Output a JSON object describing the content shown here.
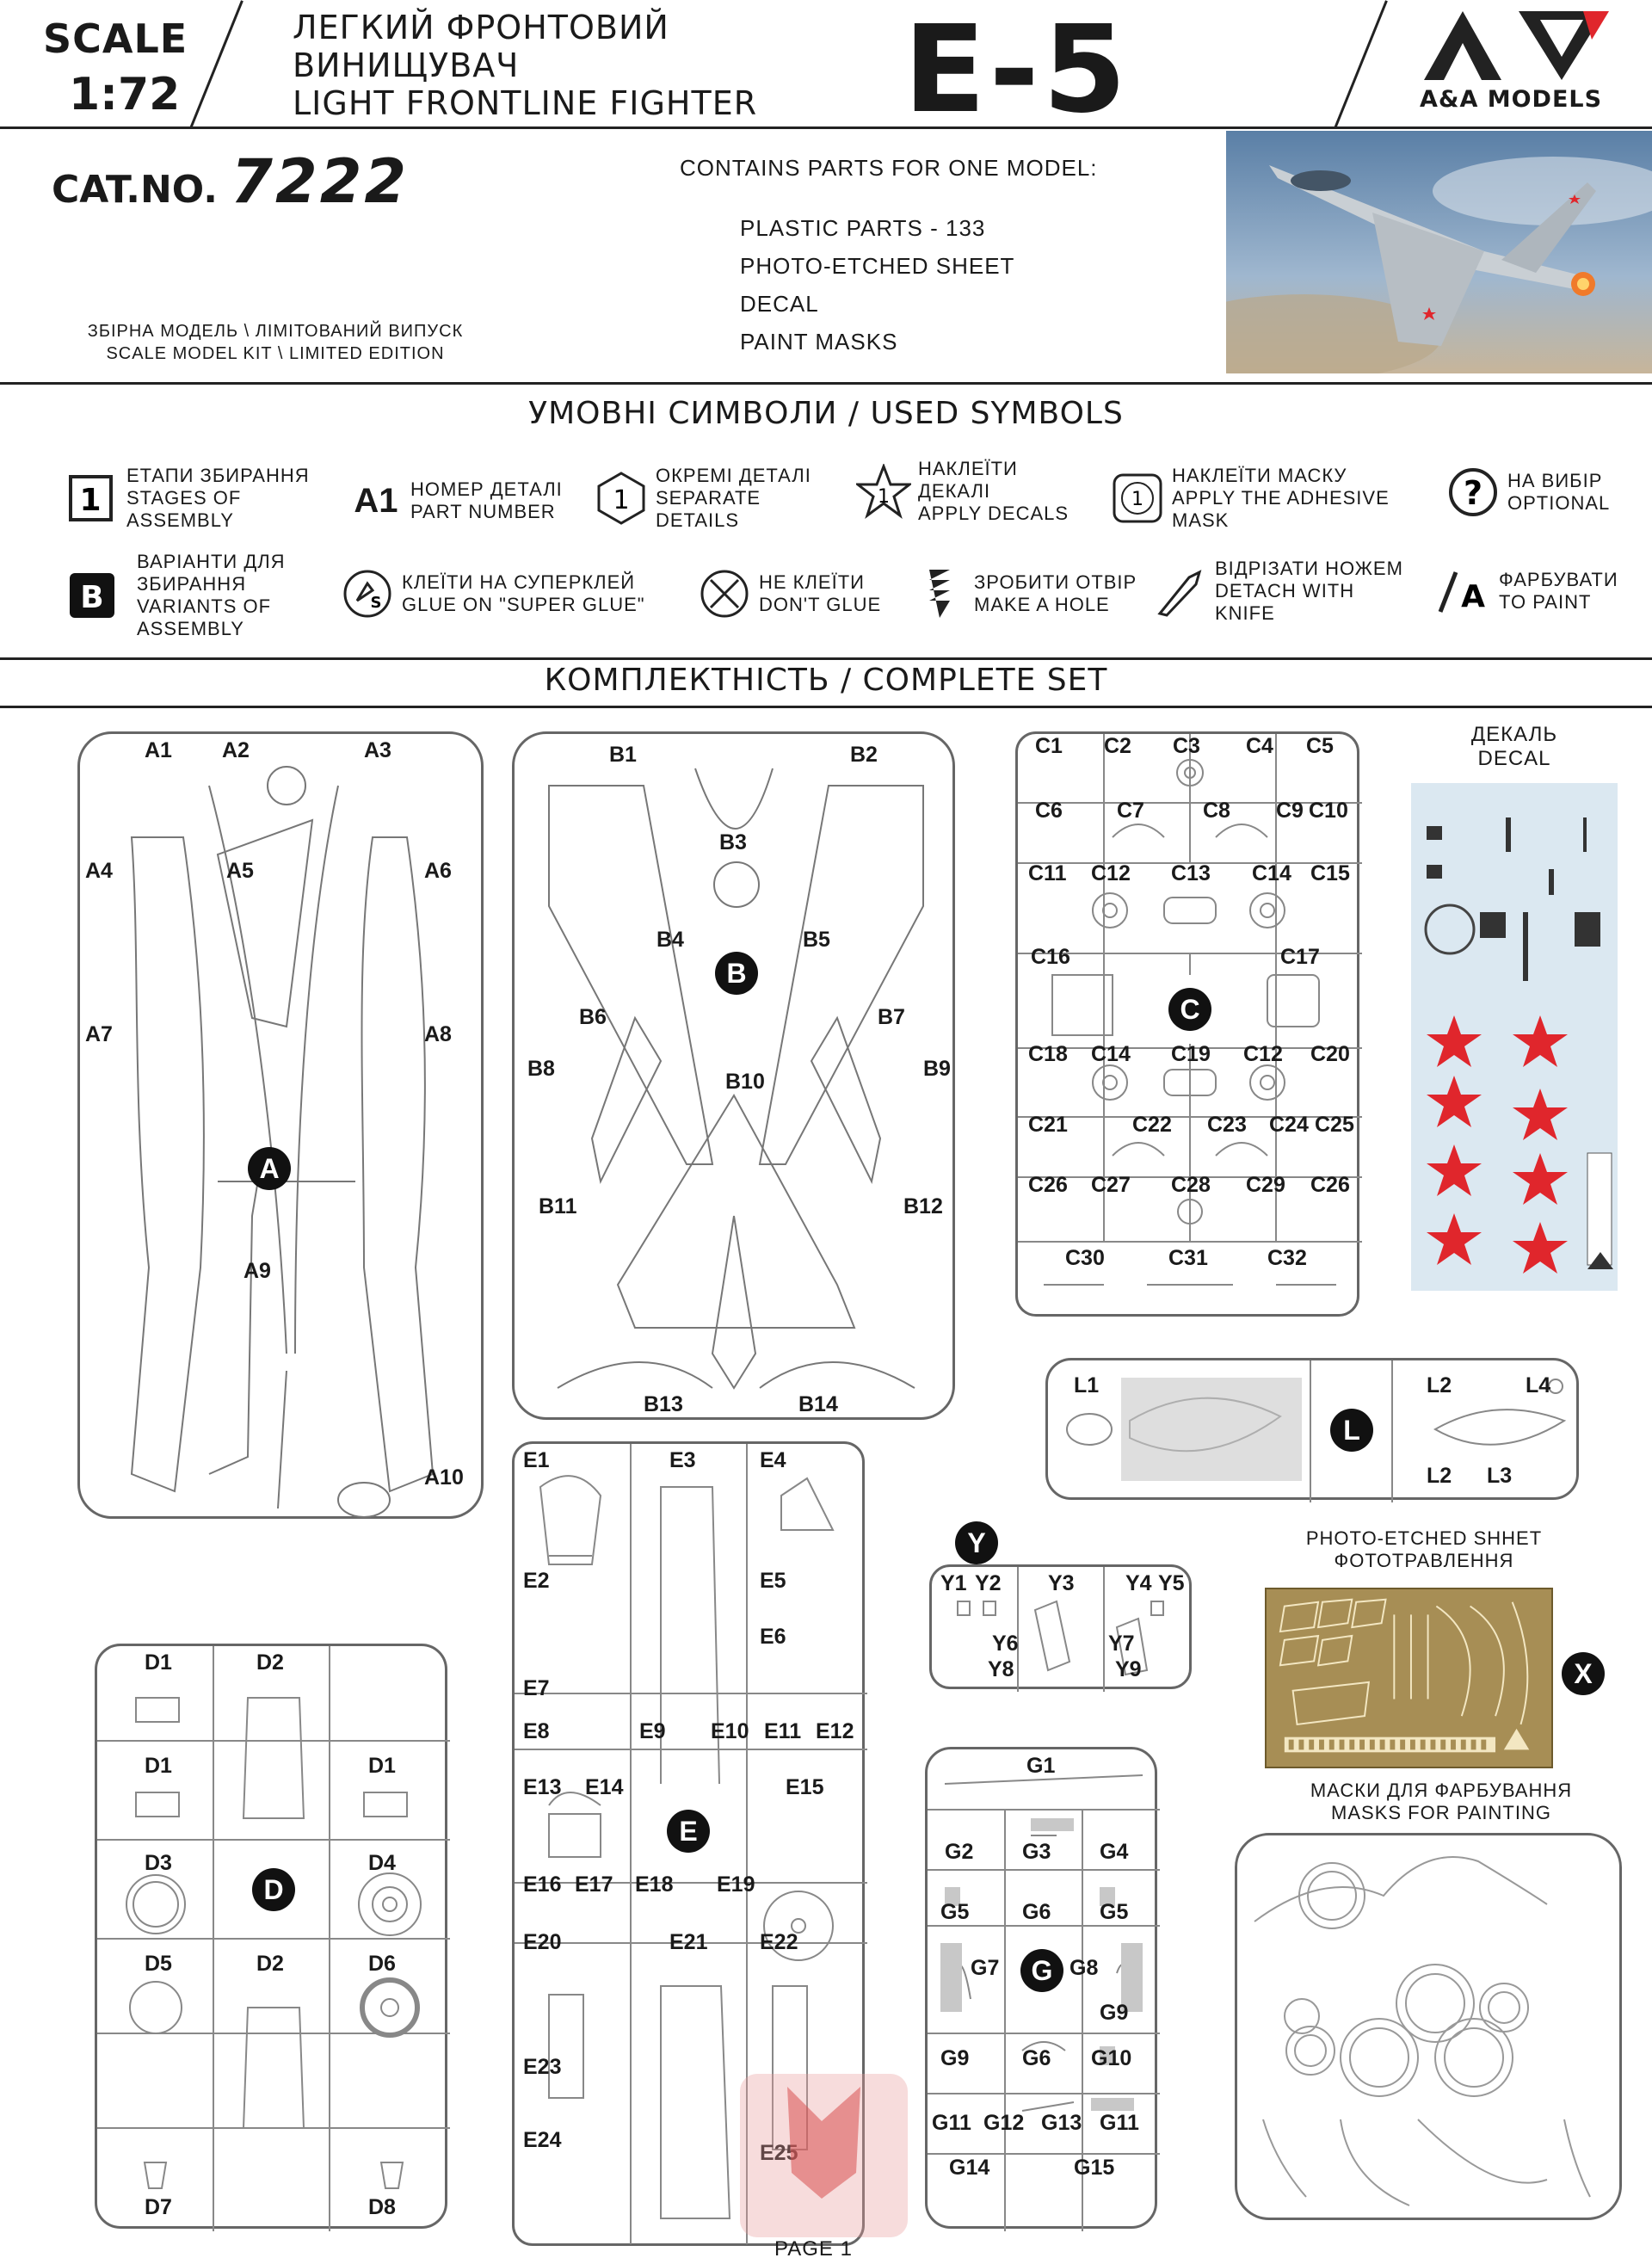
{
  "header": {
    "scale_word": "SCALE",
    "scale_value": "1:72",
    "title_ua_1": "ЛЕГКИЙ ФРОНТОВИЙ",
    "title_ua_2": "ВИНИЩУВАЧ",
    "title_en": "LIGHT FRONTLINE FIGHTER",
    "model": "E-5",
    "brand": "A&A MODELS"
  },
  "info": {
    "cat_label": "CAT.NO.",
    "cat_number": "7222",
    "kit_line_1": "ЗБІРНА МОДЕЛЬ \\ ЛІМІТОВАНИЙ ВИПУСК",
    "kit_line_2": "SCALE MODEL KIT \\ LIMITED EDITION",
    "contains": "CONTAINS PARTS FOR ONE MODEL:",
    "contents": [
      "PLASTIC PARTS - 133",
      "PHOTO-ETCHED SHEET",
      "DECAL",
      "PAINT MASKS"
    ]
  },
  "sections": {
    "symbols": "УМОВНІ СИМВОЛИ / USED SYMBOLS",
    "set": "КОМПЛЕКТНІСТЬ / COMPLETE SET"
  },
  "symbols": [
    {
      "icon": "1",
      "lines": [
        "ЕТАПИ ЗБИРАННЯ",
        "STAGES OF",
        "ASSEMBLY"
      ]
    },
    {
      "icon": "A1",
      "lines": [
        "НОМЕР ДЕТАЛІ",
        "PART NUMBER"
      ]
    },
    {
      "icon": "1",
      "lines": [
        "ОКРЕМІ ДЕТАЛІ",
        "SEPARATE",
        "DETAILS"
      ]
    },
    {
      "icon": "1",
      "lines": [
        "НАКЛЕЇТИ",
        "ДЕКАЛІ",
        "APPLY DECALS"
      ]
    },
    {
      "icon": "1",
      "lines": [
        "НАКЛЕЇТИ МАСКУ",
        "APPLY THE ADHESIVE",
        "MASK"
      ]
    },
    {
      "icon": "?",
      "lines": [
        "НА ВИБІР",
        "OPTIONAL"
      ]
    },
    {
      "icon": "B",
      "lines": [
        "ВАРІАНТИ ДЛЯ",
        "ЗБИРАННЯ",
        "VARIANTS OF",
        "ASSEMBLY"
      ]
    },
    {
      "icon": "S",
      "lines": [
        "КЛЕЇТИ НА СУПЕРКЛЕЙ",
        "GLUE ON \"SUPER GLUE\""
      ]
    },
    {
      "icon": "x",
      "lines": [
        "НЕ КЛЕЇТИ",
        "DON'T GLUE"
      ]
    },
    {
      "icon": "drill",
      "lines": [
        "ЗРОБИТИ ОТВІР",
        "MAKE A HOLE"
      ]
    },
    {
      "icon": "knife",
      "lines": [
        "ВІДРІЗАТИ НОЖЕМ",
        "DETACH WITH",
        "KNIFE"
      ]
    },
    {
      "icon": "A",
      "lines": [
        "ФАРБУВАТИ",
        "TO PAINT"
      ]
    }
  ],
  "sprues": {
    "A": {
      "letter": "A",
      "labels": [
        "A1",
        "A2",
        "A3",
        "A4",
        "A5",
        "A6",
        "A7",
        "A8",
        "A9",
        "A10"
      ]
    },
    "B": {
      "letter": "B",
      "labels": [
        "B1",
        "B2",
        "B3",
        "B4",
        "B5",
        "B6",
        "B7",
        "B8",
        "B9",
        "B10",
        "B11",
        "B12",
        "B13",
        "B14"
      ]
    },
    "C": {
      "letter": "C",
      "labels": [
        "C1",
        "C2",
        "C3",
        "C4",
        "C5",
        "C6",
        "C7",
        "C8",
        "C9",
        "C10",
        "C11",
        "C12",
        "C13",
        "C14",
        "C15",
        "C16",
        "C17",
        "C18",
        "C14",
        "C19",
        "C12",
        "C20",
        "C21",
        "C22",
        "C23",
        "C24",
        "C25",
        "C26",
        "C27",
        "C28",
        "C29",
        "C26",
        "C30",
        "C31",
        "C32"
      ]
    },
    "L": {
      "letter": "L",
      "labels": [
        "L1",
        "L2",
        "L4",
        "L2",
        "L3"
      ]
    },
    "E": {
      "letter": "E",
      "labels": [
        "E1",
        "E3",
        "E4",
        "E2",
        "E5",
        "E6",
        "E7",
        "E8",
        "E9",
        "E10",
        "E11",
        "E12",
        "E13",
        "E14",
        "E15",
        "E16",
        "E17",
        "E18",
        "E19",
        "E20",
        "E21",
        "E22",
        "E23",
        "E24",
        "E25"
      ]
    },
    "Y": {
      "letter": "Y",
      "labels": [
        "Y1",
        "Y2",
        "Y3",
        "Y4",
        "Y5",
        "Y6",
        "Y7",
        "Y8",
        "Y9"
      ]
    },
    "D": {
      "letter": "D",
      "labels": [
        "D1",
        "D2",
        "D1",
        "D1",
        "D3",
        "D4",
        "D5",
        "D2",
        "D6",
        "D7",
        "D8"
      ]
    },
    "G": {
      "letter": "G",
      "labels": [
        "G1",
        "G2",
        "G3",
        "G4",
        "G5",
        "G6",
        "G5",
        "G7",
        "G8",
        "G9",
        "G9",
        "G6",
        "G10",
        "G11",
        "G12",
        "G13",
        "G11",
        "G14",
        "G15"
      ]
    }
  },
  "decal": {
    "title_ua": "ДЕКАЛЬ",
    "title_en": "DECAL"
  },
  "photo_etch": {
    "title_en": "PHOTO-ETCHED SHHET",
    "title_ua": "ФОТОТРАВЛЕННЯ",
    "letter": "X"
  },
  "masks": {
    "title_ua": "МАСКИ ДЛЯ ФАРБУВАННЯ",
    "title_en": "MASKS FOR PAINTING"
  },
  "footer": {
    "page": "PAGE 1"
  },
  "colors": {
    "star_red": "#e0262c",
    "decal_bg": "#dbe8f1",
    "pe_brass": "#a78e55",
    "sprue_line": "#666666",
    "gate_grey": "#c8c8c8"
  }
}
